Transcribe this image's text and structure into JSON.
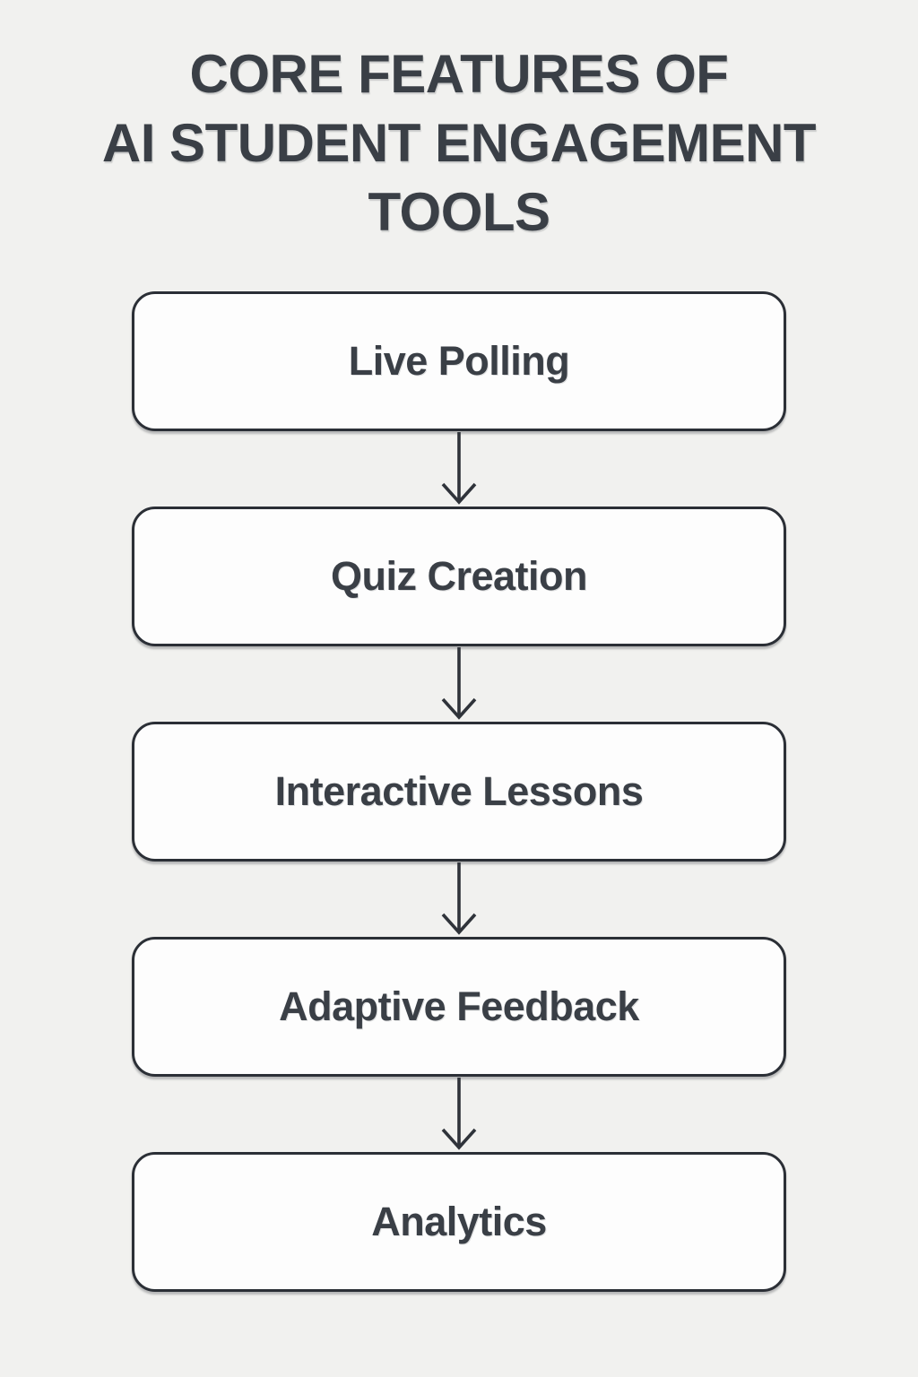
{
  "title": {
    "lines": [
      "CORE FEATURES OF",
      "AI STUDENT ENGAGEMENT",
      "TOOLS"
    ],
    "full": "CORE FEATURES OF AI STUDENT ENGAGEMENT TOOLS"
  },
  "flow": {
    "direction": "top-down",
    "connector": "arrow-down",
    "nodes": [
      {
        "label": "Live Polling"
      },
      {
        "label": "Quiz Creation"
      },
      {
        "label": "Interactive Lessons"
      },
      {
        "label": "Adaptive Feedback"
      },
      {
        "label": "Analytics"
      }
    ]
  },
  "colors": {
    "background": "#f1f1ef",
    "box_fill": "#fdfdfd",
    "box_border": "#2b2f36",
    "text": "#3a3f46",
    "arrow": "#2f333a"
  }
}
